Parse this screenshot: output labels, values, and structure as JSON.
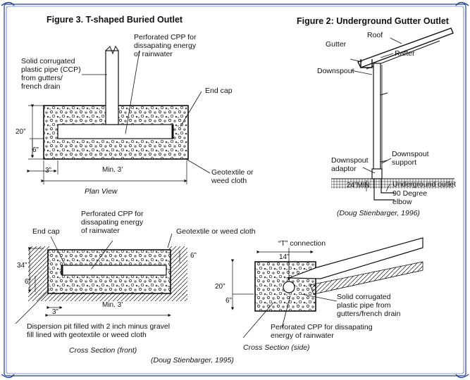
{
  "fig3": {
    "title": "Figure 3. T-shaped Buried Outlet",
    "perforated_label": "Perforated CPP for\ndissapating energy\nof rainwater",
    "solid_label": "Solid corrugated\nplastic pipe (CCP)\nfrom gutters/\nfrench drain",
    "end_cap": "End cap",
    "dim_20": "20”",
    "dim_6": "6”",
    "dim_3": "3”",
    "dim_min3": "Min. 3’",
    "geotextile": "Geotextile or\nweed cloth",
    "plan_view": "Plan View"
  },
  "fig2": {
    "title": "Figure 2: Underground Gutter Outlet",
    "roof": "Roof",
    "gutter": "Gutter",
    "rafter": "Rafter",
    "downspout": "Downspout",
    "downspout_support": "Downspout\nsupport",
    "downspout_adaptor": "Downspout\nadaptor",
    "depth": "24”MIN",
    "underground_outlet": "Underground outlet",
    "elbow": "90 Degree\nelbow",
    "credit": "(Doug Stienbarger, 1996)"
  },
  "front": {
    "perforated_label": "Perforated CPP for\ndissapating energy\nof rainwater",
    "end_cap": "End cap",
    "geotextile": "Geotextile or weed cloth",
    "dim_6_right": "6”",
    "dim_34": "34”",
    "dim_6_left": "6”",
    "dim_3": "3”",
    "dim_min3": "Min. 3’",
    "dispersion": "Dispersion pit filled with 2 inch minus gravel\nfill lined with geotextile or weed cloth",
    "label": "Cross Section (front)"
  },
  "side": {
    "t_connection": "“T” connection",
    "dim_14": "14”",
    "dim_20": "20”",
    "dim_6": "6”",
    "solid_label": "Solid corrugated\nplastic pipe from\ngutters/french drain",
    "perforated_label": "Perforated CPP for dissapating\nenergy of rainwater",
    "label": "Cross Section (side)"
  },
  "credit_bottom": "(Doug Stienbarger, 1995)",
  "colors": {
    "frame": "#1f3f9a",
    "ink": "#111111"
  }
}
